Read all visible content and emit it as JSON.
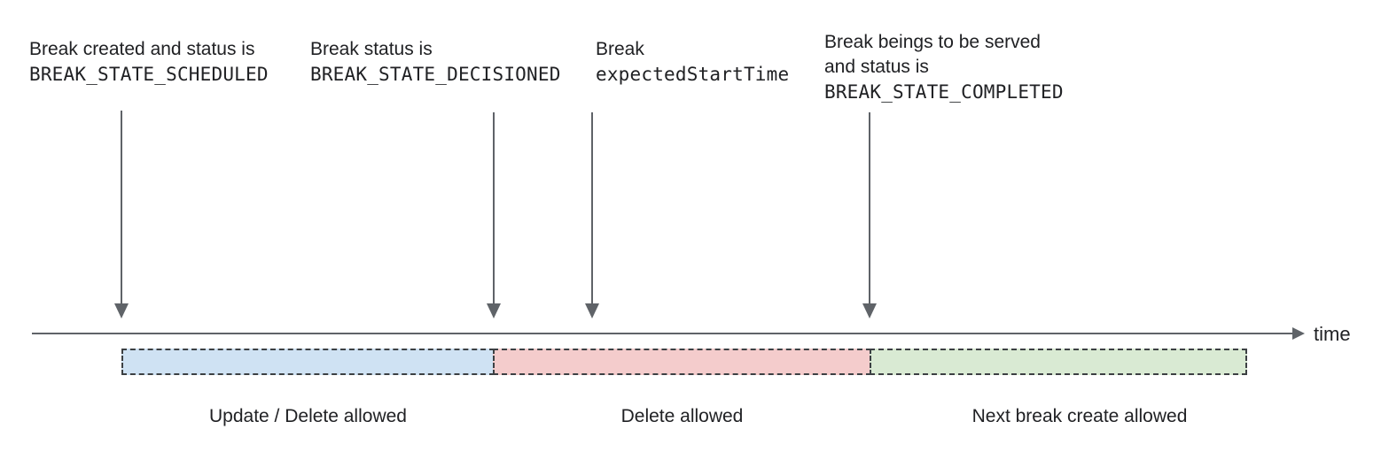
{
  "diagram": {
    "annotations": [
      {
        "line1": "Break created and status is",
        "line2": "BREAK_STATE_SCHEDULED"
      },
      {
        "line1": "Break status is",
        "line2": "BREAK_STATE_DECISIONED"
      },
      {
        "line1": "Break",
        "line2": "expectedStartTime"
      },
      {
        "line1": "Break beings to be served",
        "line2": "and status is",
        "line3": "BREAK_STATE_COMPLETED"
      }
    ],
    "timeline": {
      "axis_label": "time"
    },
    "segments": [
      {
        "label": "Update / Delete allowed",
        "color": "#cfe2f3"
      },
      {
        "label": "Delete allowed",
        "color": "#f4cccc"
      },
      {
        "label": "Next break create allowed",
        "color": "#d9ead3"
      }
    ],
    "colors": {
      "arrow": "#5f6368",
      "segment_border": "#3c4043",
      "text": "#202124"
    }
  }
}
